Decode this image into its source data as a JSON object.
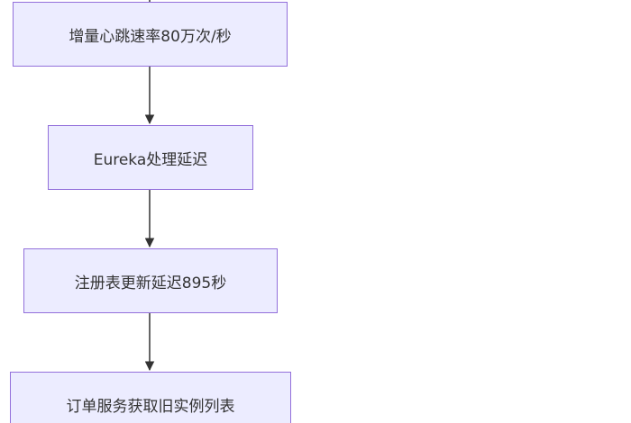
{
  "flowchart": {
    "nodes": [
      {
        "id": "n1",
        "label": "增量心跳速率80万次/秒"
      },
      {
        "id": "n2",
        "label": "Eureka处理延迟"
      },
      {
        "id": "n3",
        "label": "注册表更新延迟895秒"
      },
      {
        "id": "n4",
        "label": "订单服务获取旧实例列表"
      }
    ],
    "edges": [
      {
        "from": "n1",
        "to": "n2"
      },
      {
        "from": "n2",
        "to": "n3"
      },
      {
        "from": "n3",
        "to": "n4"
      }
    ],
    "colors": {
      "node_fill": "#ececff",
      "node_border": "#9370db",
      "edge": "#333333",
      "text": "#333333"
    }
  }
}
